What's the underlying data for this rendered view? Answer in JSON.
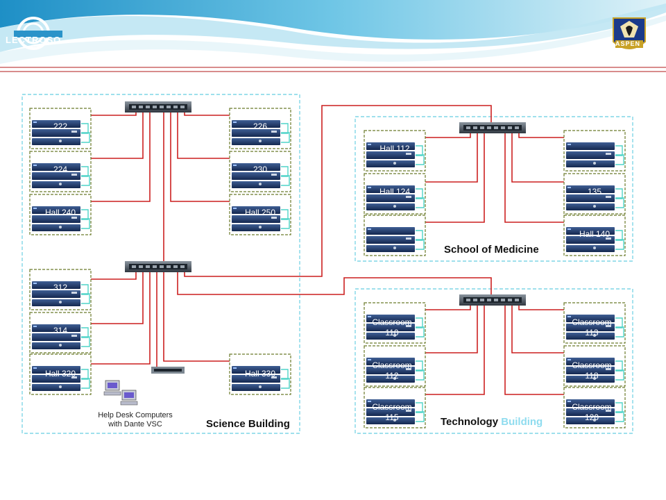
{
  "brand": {
    "left_logo": "LECTROSO",
    "right_logo": "ASPEN"
  },
  "colors": {
    "cable": "#cc1f1f",
    "building_border": "#7fd6e6",
    "rack_border": "#6b7a2a",
    "device": "#1f3a66",
    "header_rule": "#b01818"
  },
  "buildings": {
    "science": "Science Building",
    "medicine": "School of Medicine",
    "technology_part1": "Technology ",
    "technology_part2": "Building"
  },
  "helpdesk": {
    "line1": "Help Desk Computers",
    "line2": "with Dante VSC"
  },
  "rooms": {
    "s222": "222",
    "s224": "224",
    "s240": "Hall 240",
    "s226": "226",
    "s230": "230",
    "s250": "Hall 250",
    "s312": "312",
    "s314": "314",
    "s320": "Hall 320",
    "s330": "Hall 330",
    "m112": "Hall 112",
    "m124": "Hall 124",
    "m135": "135",
    "m140": "Hall 140",
    "t110": "Classroom 110",
    "t112": "Classroom 112",
    "t115": "Classroom 115",
    "t113": "Classroom 113",
    "t118": "Classroom 118",
    "t120": "Classroom 120"
  }
}
